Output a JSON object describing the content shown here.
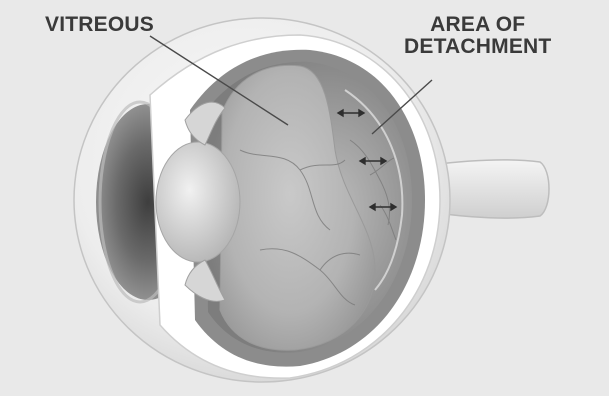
{
  "labels": {
    "vitreous": "VITREOUS",
    "detachment_line1": "AREA OF",
    "detachment_line2": "DETACHMENT"
  },
  "colors": {
    "background": "#e9e9e9",
    "sclera": "#f2f2f2",
    "choroid": "#8a8a8a",
    "retina": "#cfcfcf",
    "vitreous": "#b9b9b9",
    "iris": "#6f6f6f",
    "lens": "#dcdcdc",
    "leader_line": "#4a4a4a",
    "label_text": "#3a3a3a"
  }
}
